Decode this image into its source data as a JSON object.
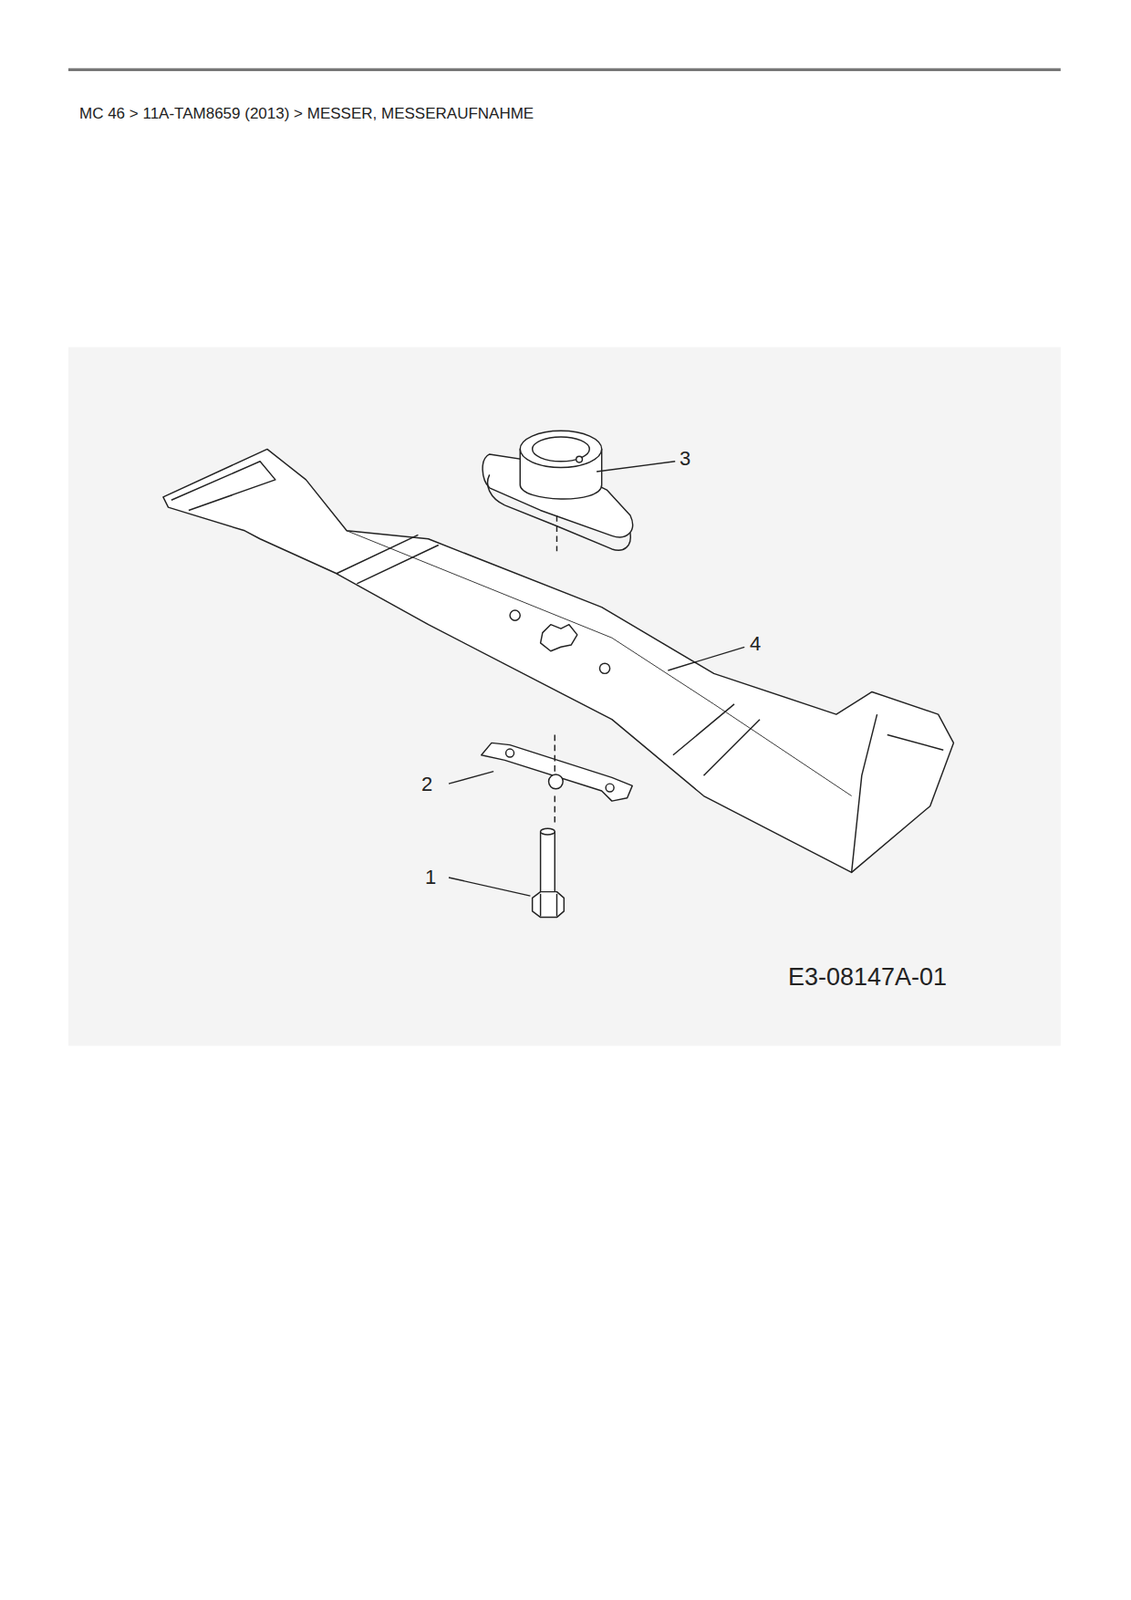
{
  "diagram": {
    "title": "MC 46  >  11A-TAM8659 (2013)  >  MESSER, MESSERAUFNAHME",
    "labels": [
      "3",
      "4",
      "2",
      "1",
      "E3-08147A-01"
    ]
  }
}
